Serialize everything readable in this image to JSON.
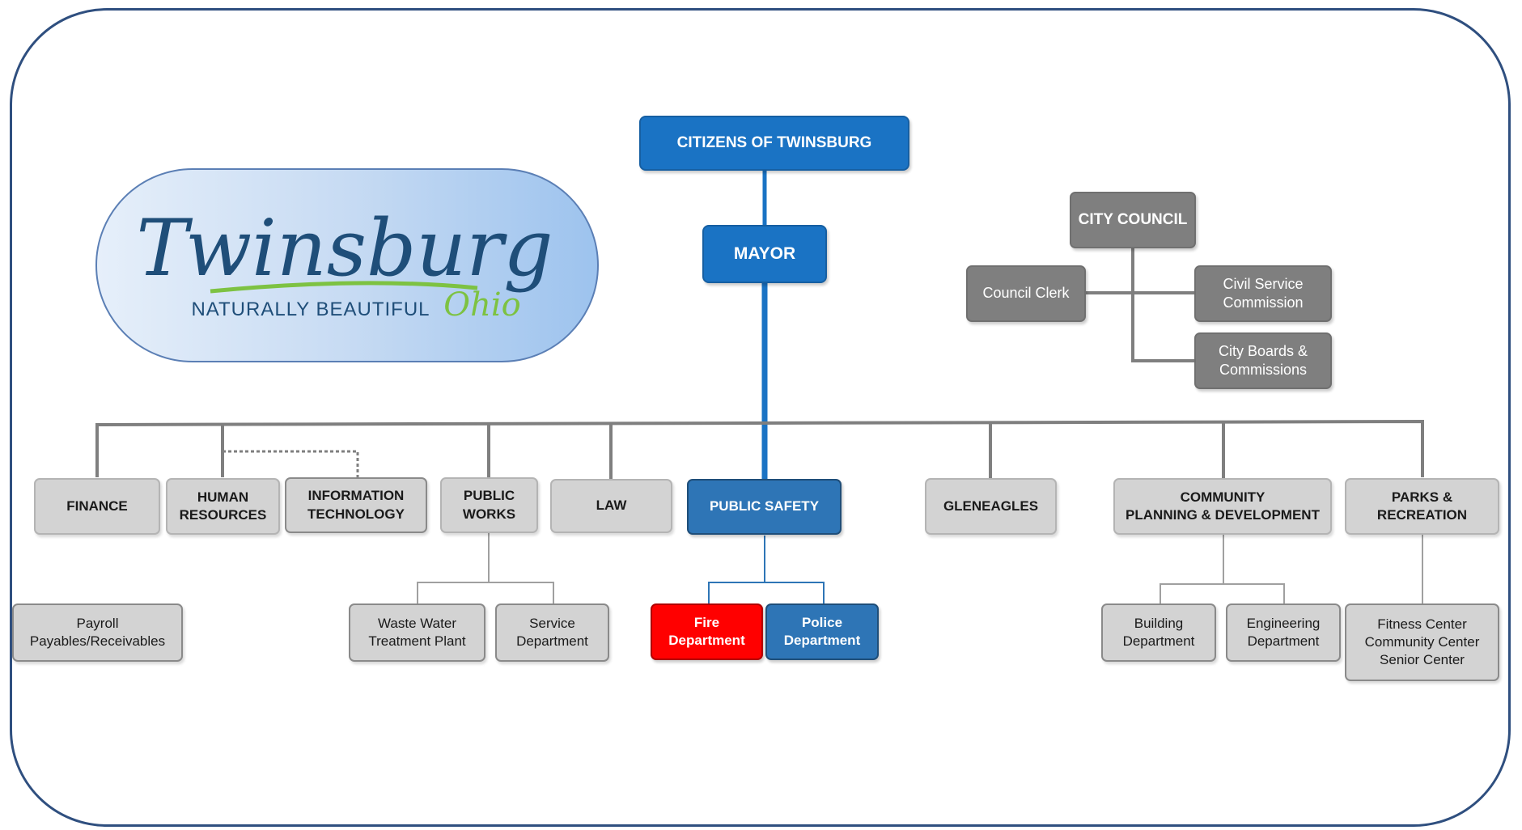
{
  "logo": {
    "name": "Twinsburg",
    "tagline": "NATURALLY BEAUTIFUL",
    "state": "Ohio"
  },
  "top": {
    "citizens": "CITIZENS OF TWINSBURG",
    "mayor": "MAYOR"
  },
  "council": {
    "head": "CITY COUNCIL",
    "clerk": "Council Clerk",
    "civil_service": [
      "Civil Service",
      "Commission"
    ],
    "boards": [
      "City Boards &",
      "Commissions"
    ]
  },
  "departments": {
    "finance": "FINANCE",
    "hr": [
      "HUMAN",
      "RESOURCES"
    ],
    "it": [
      "INFORMATION",
      "TECHNOLOGY"
    ],
    "public_works": [
      "PUBLIC",
      "WORKS"
    ],
    "law": "LAW",
    "public_safety": "PUBLIC SAFETY",
    "gleneagles": "GLENEAGLES",
    "community": [
      "COMMUNITY",
      "PLANNING & DEVELOPMENT"
    ],
    "parks": [
      "PARKS &",
      "RECREATION"
    ]
  },
  "sub_units": {
    "payroll": [
      "Payroll",
      "Payables/Receivables"
    ],
    "waste_water": [
      "Waste Water",
      "Treatment Plant"
    ],
    "service": [
      "Service",
      "Department"
    ],
    "fire": [
      "Fire",
      "Department"
    ],
    "police": [
      "Police",
      "Department"
    ],
    "building": [
      "Building",
      "Department"
    ],
    "engineering": [
      "Engineering",
      "Department"
    ],
    "rec_centers": [
      "Fitness Center",
      "Community Center",
      "Senior Center"
    ]
  },
  "colors": {
    "primary_blue": "#1a73c4",
    "safety_blue": "#2e75b6",
    "fire_red": "#ff0000",
    "gray_box": "#d3d3d3",
    "council_gray": "#7f7f7f",
    "logo_navy": "#1f4e79",
    "logo_green": "#7dc242"
  }
}
